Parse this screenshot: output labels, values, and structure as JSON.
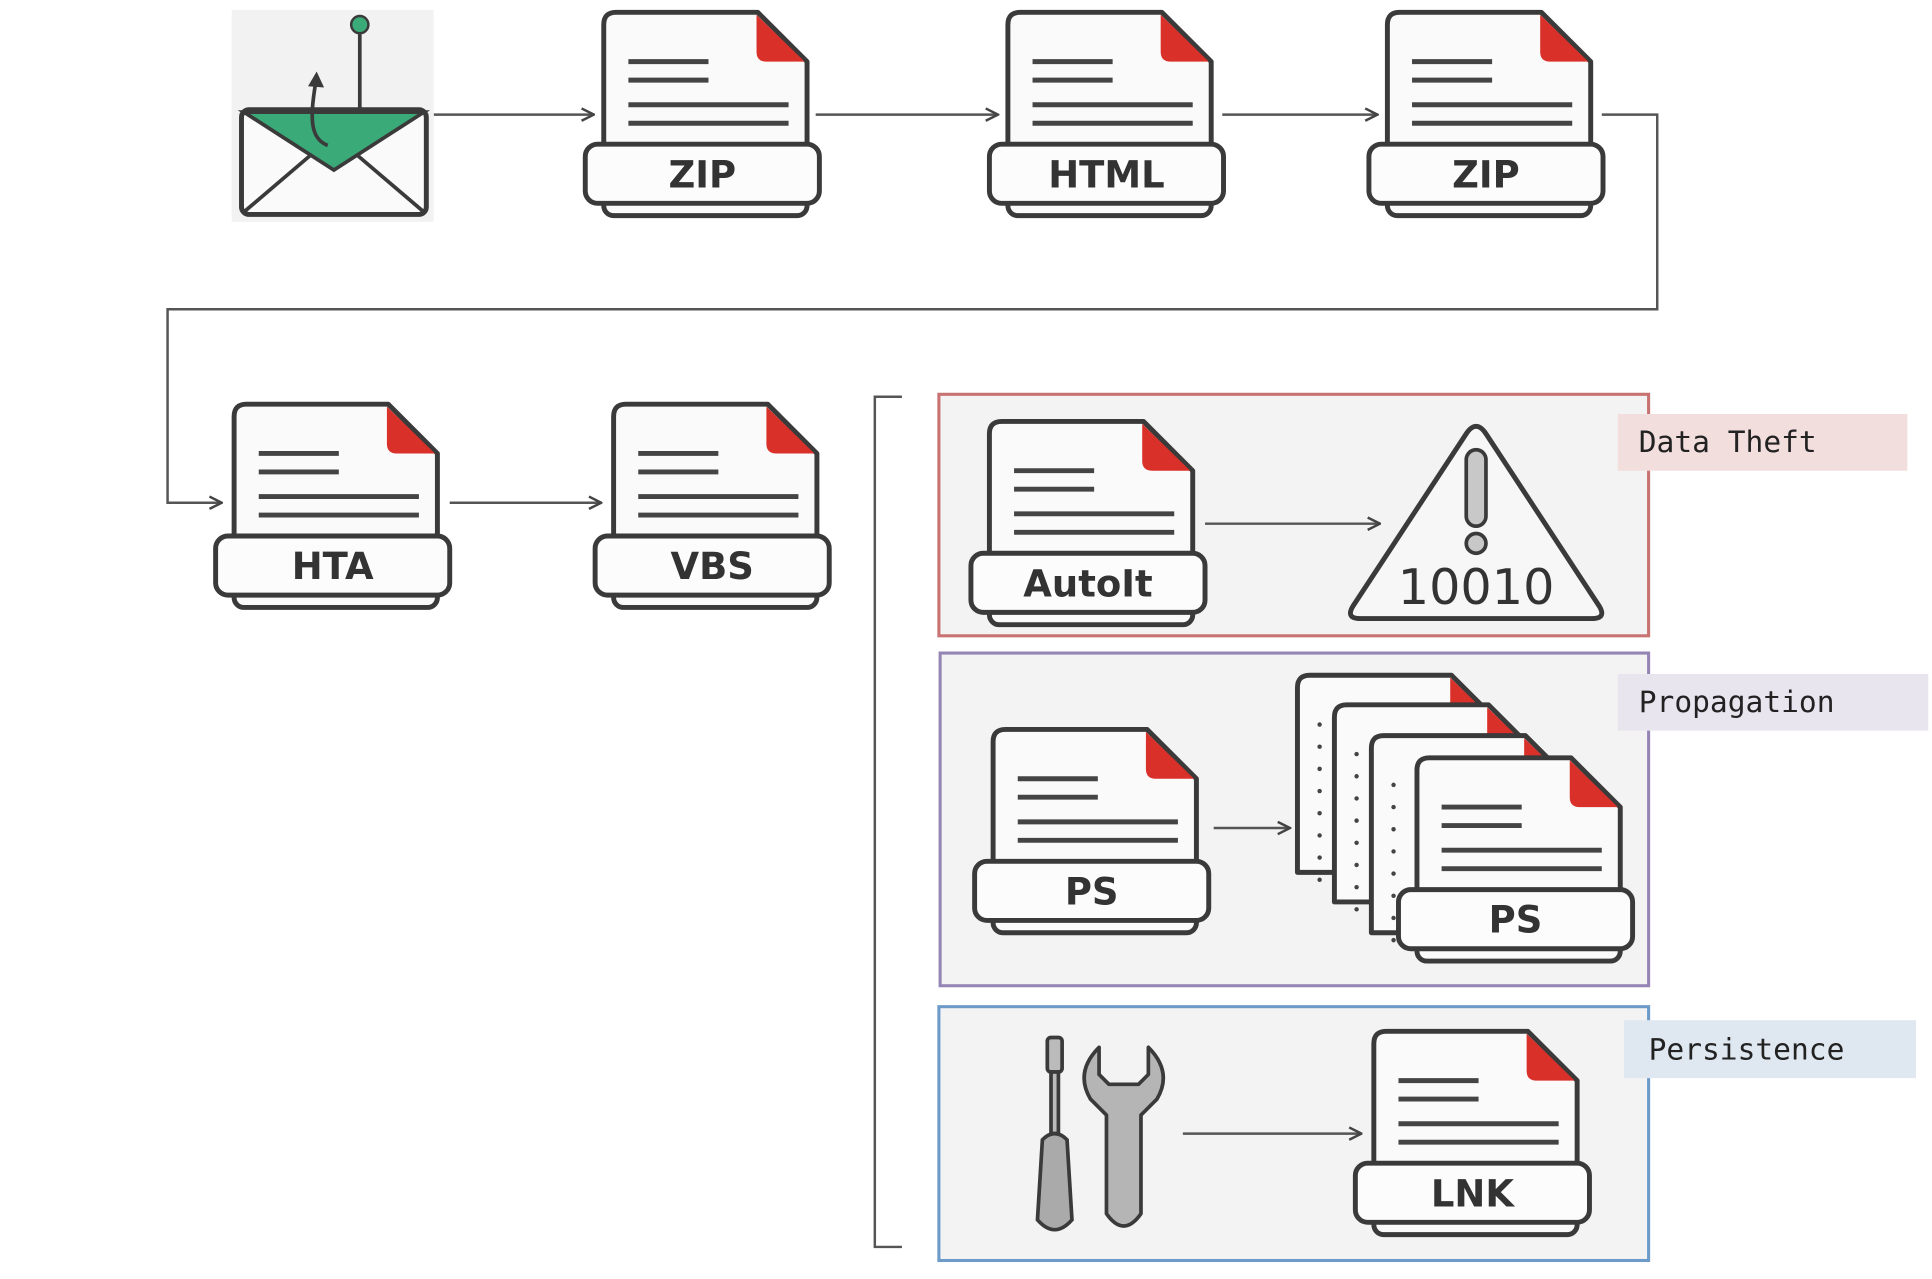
{
  "flow": {
    "email_icon": "phishing-email-icon",
    "docs": {
      "zip1": "ZIP",
      "html": "HTML",
      "zip2": "ZIP",
      "hta": "HTA",
      "vbs": "VBS"
    }
  },
  "stages": {
    "data_theft": {
      "tag": "Data Theft",
      "doc": "AutoIt",
      "alert_text": "10010",
      "color": "#c87272",
      "tag_bg": "#f3dede"
    },
    "propagation": {
      "tag": "Propagation",
      "doc": "PS",
      "copies_doc": "PS",
      "color": "#9585b5",
      "tag_bg": "#e9e5ef"
    },
    "persistence": {
      "tag": "Persistence",
      "doc": "LNK",
      "tools_icon": "tools-icon",
      "color": "#6c9bc9",
      "tag_bg": "#dfe7f1"
    }
  },
  "colors": {
    "corner_red": "#d9302a",
    "email_green": "#3aaa78",
    "stage_fill": "#f3f3f3"
  }
}
